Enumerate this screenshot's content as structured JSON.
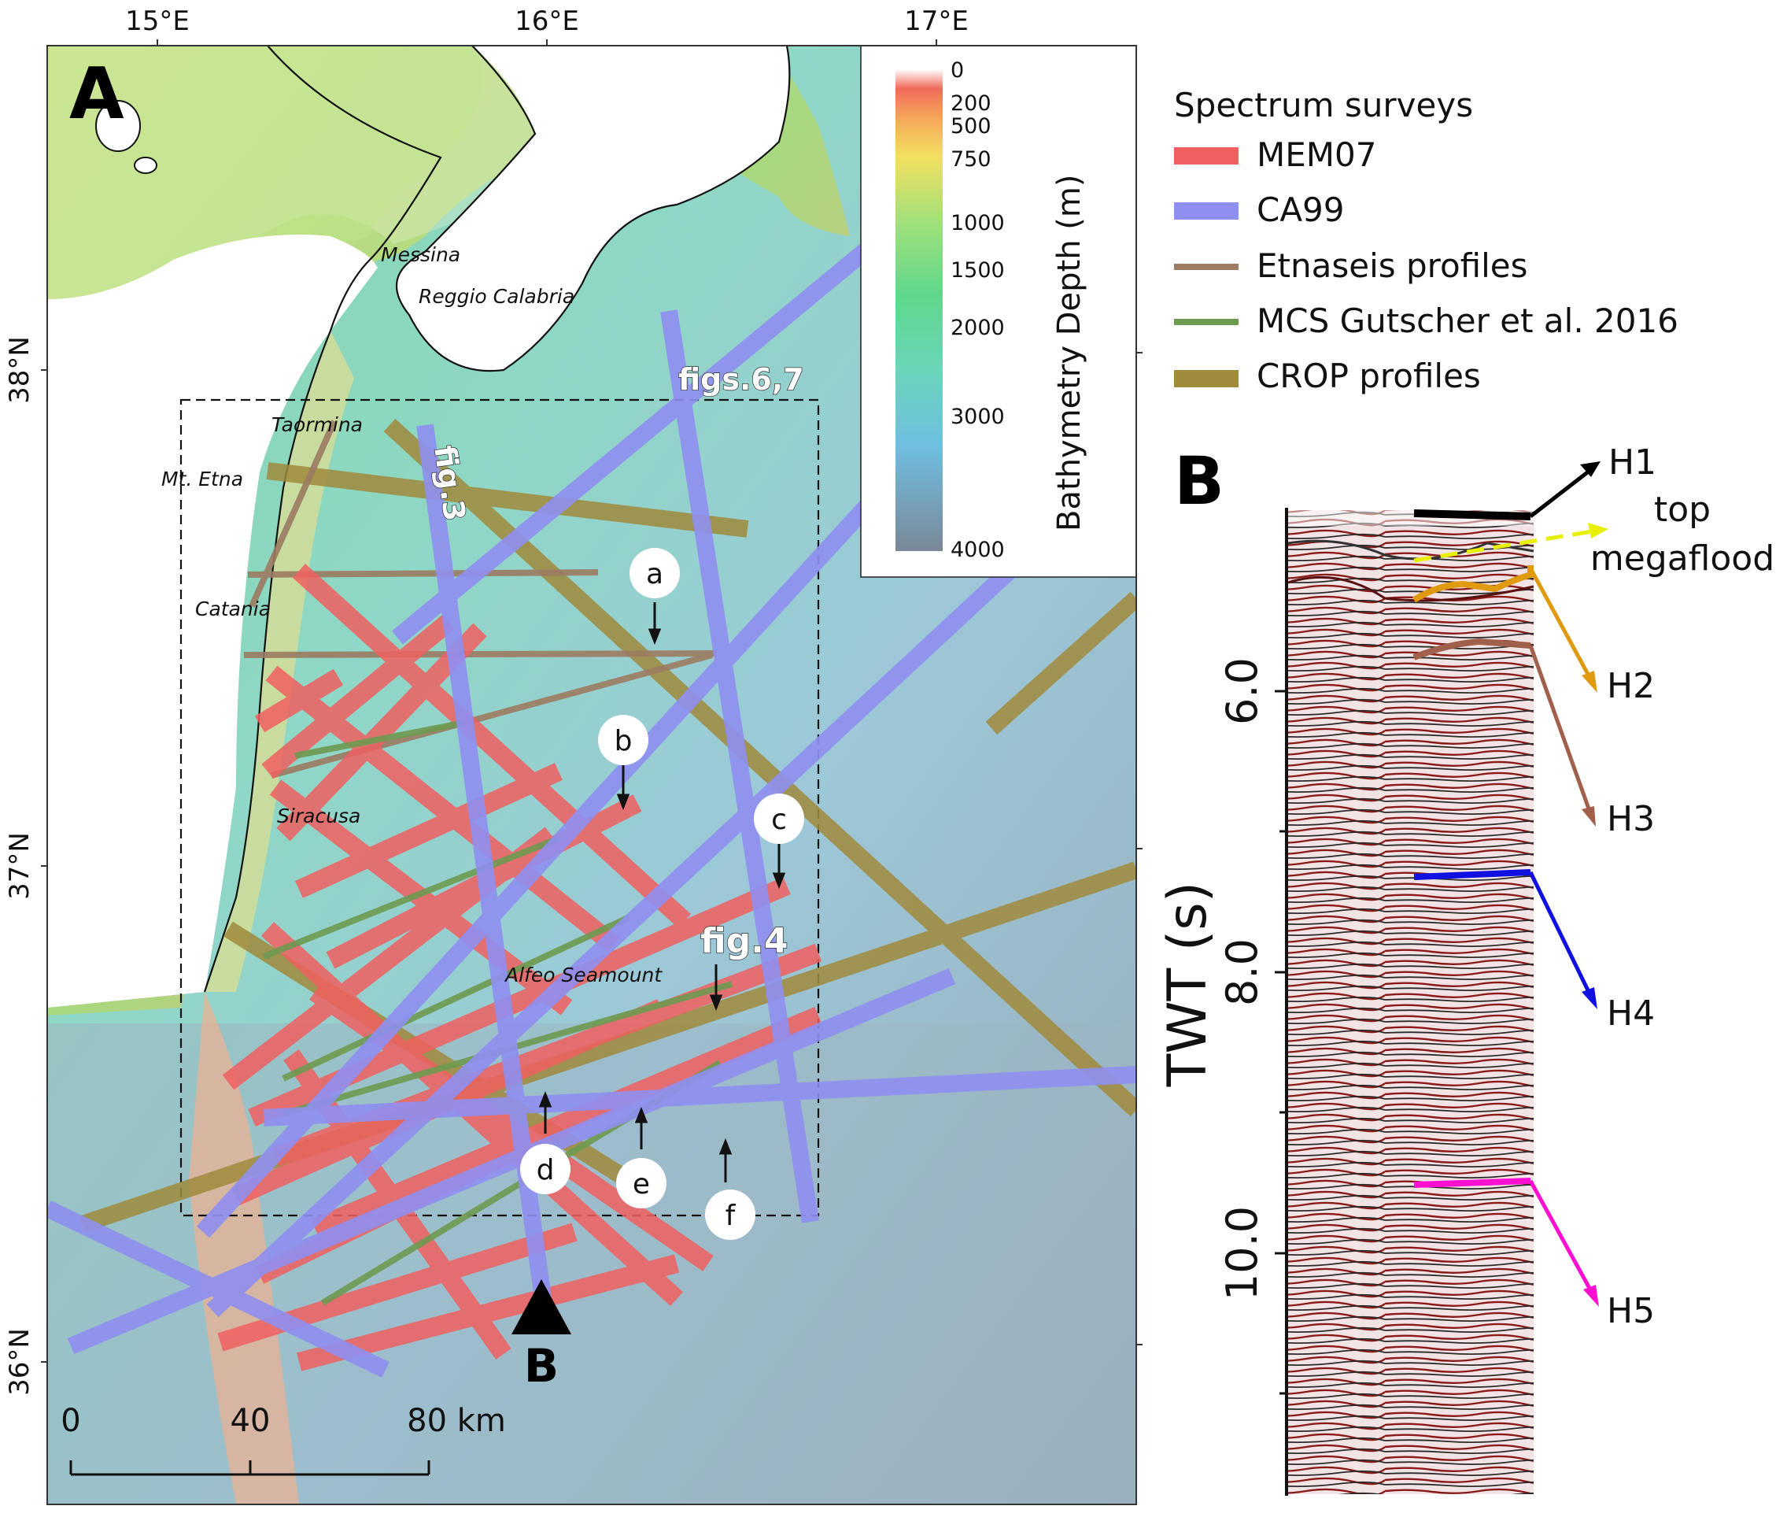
{
  "panel_a": {
    "letter": "A",
    "lon_ticks": [
      "15°E",
      "16°E",
      "17°E"
    ],
    "lat_ticks": [
      "38°N",
      "37°N",
      "36°N"
    ],
    "places": {
      "messina": "Messina",
      "reggio": "Reggio Calabria",
      "taormina": "Taormina",
      "etna": "Mt. Etna",
      "catania": "Catania",
      "siracusa": "Siracusa",
      "alfeo": "Alfeo Seamount"
    },
    "fig_labels": {
      "figs67": "figs.6,7",
      "fig3": "fig.3",
      "fig4": "fig.4"
    },
    "markers": [
      "a",
      "b",
      "c",
      "d",
      "e",
      "f"
    ],
    "profile_b_label": "B",
    "scalebar": {
      "ticks": [
        "0",
        "40",
        "80 km"
      ]
    },
    "colorbar": {
      "title": "Bathymetry Depth (m)",
      "ticks": [
        "0",
        "200",
        "500",
        "750",
        "1000",
        "1500",
        "2000",
        "3000",
        "4000"
      ],
      "colors": [
        "#ffffff",
        "#f06a5a",
        "#f5a55a",
        "#f4e060",
        "#9fe07a",
        "#5fd88c",
        "#6ad6b8",
        "#6fbfe0",
        "#7a8898"
      ]
    }
  },
  "legend": {
    "title": "Spectrum surveys",
    "items": [
      {
        "label": "MEM07",
        "color": "#f06060"
      },
      {
        "label": "CA99",
        "color": "#8f8ff0"
      },
      {
        "label": "Etnaseis profiles",
        "color": "#9c7b62"
      },
      {
        "label": "MCS Gutscher et al. 2016",
        "color": "#6e9a50"
      },
      {
        "label": "CROP profiles",
        "color": "#a08a3c"
      }
    ]
  },
  "panel_b": {
    "letter": "B",
    "axis_label": "TWT (s)",
    "ticks": [
      "6.0",
      "8.0",
      "10.0"
    ],
    "horizons": [
      {
        "label": "H1",
        "color": "#000000"
      },
      {
        "label": "top megaflood",
        "color": "#e8f000"
      },
      {
        "label": "H2",
        "color": "#e09a10"
      },
      {
        "label": "H3",
        "color": "#a0604c"
      },
      {
        "label": "H4",
        "color": "#1010e0"
      },
      {
        "label": "H5",
        "color": "#ff10d0"
      }
    ],
    "top_megaflood_lines": [
      "top",
      "megaflood"
    ]
  }
}
